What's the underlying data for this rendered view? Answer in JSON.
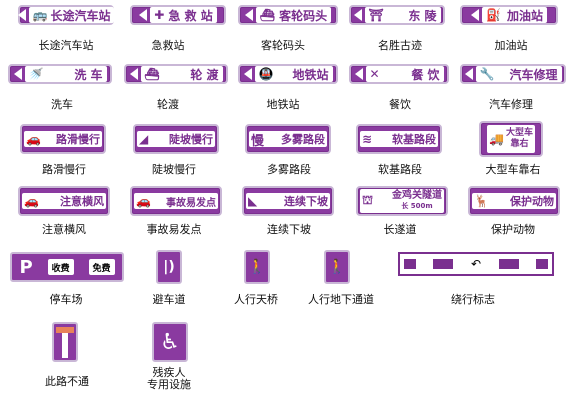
{
  "row1": [
    {
      "sign": "长途汽车站",
      "caption": "长途汽车站",
      "icon": "bus-icon"
    },
    {
      "sign": "急 救 站",
      "caption": "急救站",
      "icon": "ambulance-icon"
    },
    {
      "sign": "客轮码头",
      "caption": "客轮码头",
      "icon": "ship-icon"
    },
    {
      "sign": "东   陵",
      "caption": "名胜古迹",
      "icon": "pavilion-icon"
    },
    {
      "sign": "加油站",
      "caption": "加油站",
      "icon": "fuel-pump-icon"
    }
  ],
  "row2": [
    {
      "sign": "洗  车",
      "caption": "洗车",
      "icon": "car-wash-icon"
    },
    {
      "sign": "轮  渡",
      "caption": "轮渡",
      "icon": "ferry-icon"
    },
    {
      "sign": "地铁站",
      "caption": "地铁站",
      "icon": "subway-icon"
    },
    {
      "sign": "餐  饮",
      "caption": "餐饮",
      "icon": "fork-knife-icon"
    },
    {
      "sign": "汽车修理",
      "caption": "汽车修理",
      "icon": "wrench-icon"
    }
  ],
  "row3": [
    {
      "sign": "路滑慢行",
      "caption": "路滑慢行",
      "icon": "slippery-icon"
    },
    {
      "sign": "陡坡慢行",
      "caption": "陡坡慢行",
      "icon": "steep-slope-icon"
    },
    {
      "sign": "多雾路段",
      "caption": "多雾路段",
      "icon": "fog-icon"
    },
    {
      "sign": "软基路段",
      "caption": "软基路段",
      "icon": "soft-base-icon"
    },
    {
      "sign_line1": "大型车",
      "sign_line2": "靠右",
      "caption": "大型车靠右",
      "icon": "truck-icon"
    }
  ],
  "row4": [
    {
      "sign": "注意横风",
      "caption": "注意横风",
      "icon": "wind-icon"
    },
    {
      "sign": "事故易发点",
      "caption": "事故易发点",
      "icon": "accident-icon"
    },
    {
      "sign": "连续下坡",
      "caption": "连续下坡",
      "icon": "downhill-icon"
    },
    {
      "sign": "金鸡关隧道",
      "sign_sub": "长 500m",
      "caption": "长遂道",
      "icon": "tunnel-icon"
    },
    {
      "sign": "保护动物",
      "caption": "保护动物",
      "icon": "deer-icon"
    }
  ],
  "row5": {
    "parking": {
      "letter": "P",
      "fee1": "收费",
      "fee2": "免费",
      "caption": "停车场"
    },
    "escape": {
      "caption": "避车道"
    },
    "bridge": {
      "caption": "人行天桥"
    },
    "underpass": {
      "caption": "人行地下通道"
    },
    "detour": {
      "caption": "绕行标志"
    }
  },
  "row6": {
    "noentry": {
      "caption": "此路不通"
    },
    "disabled": {
      "caption_line1": "残疾人",
      "caption_line2": "专用设施"
    }
  },
  "colors": {
    "sign": "#8a3aa0",
    "border": "#c9b7d6",
    "text": "#111111"
  }
}
